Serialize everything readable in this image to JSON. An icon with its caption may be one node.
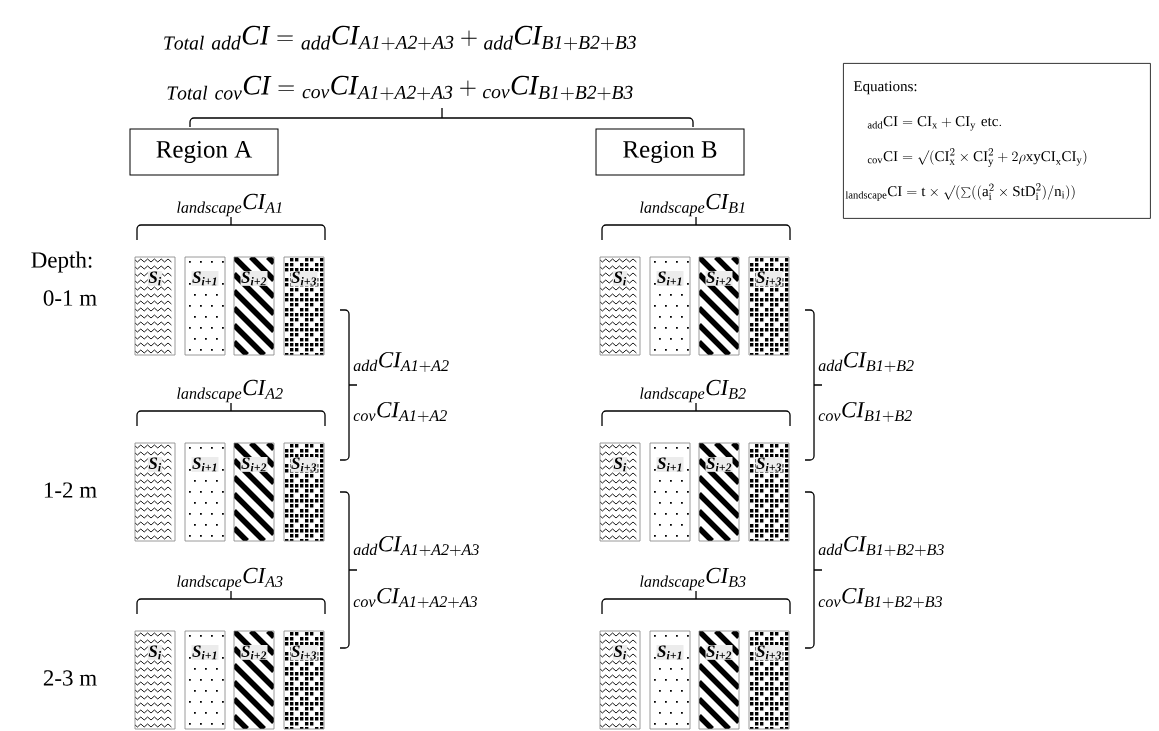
{
  "diagram": {
    "nodes": [
      {
        "text": [
          "Region A"
        ]
      },
      {
        "text": [
          "Region B"
        ]
      },
      {
        "text": [
          "Equations:",
          "{}_{\\mathrm{add}}\\mathrm{CI}=\\mathrm{CI}_{\\mathrm{x}}+\\mathrm{CI}_{\\mathrm{y}}\\ \\mathrm{etc.}",
          "{}_{\\mathrm{cov}}\\mathrm{CI}=\\surd(\\mathrm{CI}_{\\mathrm{x}}^{2}\\times\\mathrm{CI}_{\\mathrm{y}}^{2}+2\\rho\\mathrm{xyCI}_{\\mathrm{x}}\\mathrm{CI}_{\\mathrm{y}})",
          "{}_{\\mathrm{landscape}}\\mathrm{CI}=\\mathrm{t}\\times\\surd(\\sum((\\mathrm{a}_{\\mathrm{i}}^{2}\\times\\mathrm{StD}_{\\mathrm{i}}^{2})/\\mathrm{n}_{\\mathrm{i}}))"
        ]
      },
      {
        "text": [
          "S$_{i}$"
        ]
      },
      {
        "text": [
          "S$_{i+1}$"
        ]
      },
      {
        "text": [
          "S$_{i+2}$"
        ]
      },
      {
        "text": [
          "S$_{i+3}$"
        ]
      },
      {
        "text": [
          "S$_{i}$"
        ]
      },
      {
        "text": [
          "S$_{i+1}$"
        ]
      },
      {
        "text": [
          "S$_{i+2}$"
        ]
      },
      {
        "text": [
          "S$_{i+3}$"
        ]
      },
      {
        "text": [
          "S$_{i}$"
        ]
      },
      {
        "text": [
          "S$_{i+1}$"
        ]
      },
      {
        "text": [
          "S$_{i+2}$"
        ]
      },
      {
        "text": [
          "S$_{i+3}$"
        ]
      },
      {
        "text": [
          "S$_{i}$"
        ]
      },
      {
        "text": [
          "S$_{i+1}$"
        ]
      },
      {
        "text": [
          "S$_{i+2}$"
        ]
      },
      {
        "text": [
          "S$_{i+3}$"
        ]
      },
      {
        "text": [
          "S$_{i}$"
        ]
      },
      {
        "text": [
          "S$_{i+1}$"
        ]
      },
      {
        "text": [
          "S$_{i+2}$"
        ]
      },
      {
        "text": [
          "S$_{i+3}$"
        ]
      },
      {
        "text": [
          "S$_{i}$"
        ]
      },
      {
        "text": [
          "S$_{i+1}$"
        ]
      },
      {
        "text": [
          "S$_{i+2}$"
        ]
      },
      {
        "text": [
          "S$_{i+3}$"
        ]
      }
    ],
    "labels": [
      "{}_{\\mathit{Total\\ add}}\\mathit{CI} = {}_{\\mathit{add}}\\mathit{CI}_{\\mathit{A1+A2+A3}} + {}_{\\mathit{add}}\\mathit{CI}_{\\mathit{B1+B2+B3}}",
      "{}_{\\mathit{Total\\ cov}}\\mathit{CI} = {}_{\\mathit{cov}}\\mathit{CI}_{\\mathit{A1+A2+A3}} + {}_{\\mathit{cov}}\\mathit{CI}_{\\mathit{B1+B2+B3}}",
      "{}_{\\mathit{landscape}}\\mathit{CI}_{\\mathit{A1}}",
      "{}_{\\mathit{landscape}}\\mathit{CI}_{\\mathit{B1}}",
      "Depth:",
      "0-1 m",
      "{}_{\\mathit{add}}\\mathit{CI}_{\\mathit{A1+A2}}",
      "{}_{\\mathit{add}}\\mathit{CI}_{\\mathit{B1+B2}}",
      "{}_{\\mathit{landscape}}\\mathit{CI}_{\\mathit{A2}}",
      "{}_{\\mathit{landscape}}\\mathit{CI}_{\\mathit{B2}}",
      "{}_{\\mathit{cov}}\\mathit{CI}_{\\mathit{A1+A2}}",
      "{}_{\\mathit{cov}}\\mathit{CI}_{\\mathit{B1+B2}}",
      "1-2 m",
      "{}_{\\mathit{add}}\\mathit{CI}_{\\mathit{A1+A2+A3}}",
      "{}_{\\mathit{add}}\\mathit{CI}_{\\mathit{B1+B2+B3}}",
      "{}_{\\mathit{landscape}}\\mathit{CI}_{\\mathit{A3}}",
      "{}_{\\mathit{landscape}}\\mathit{CI}_{\\mathit{B3}}",
      "{}_{\\mathit{cov}}\\mathit{CI}_{\\mathit{A1+A2+A3}}",
      "{}_{\\mathit{cov}}\\mathit{CI}_{\\mathit{B1+B2+B3}}",
      "2-3 m"
    ]
  }
}
